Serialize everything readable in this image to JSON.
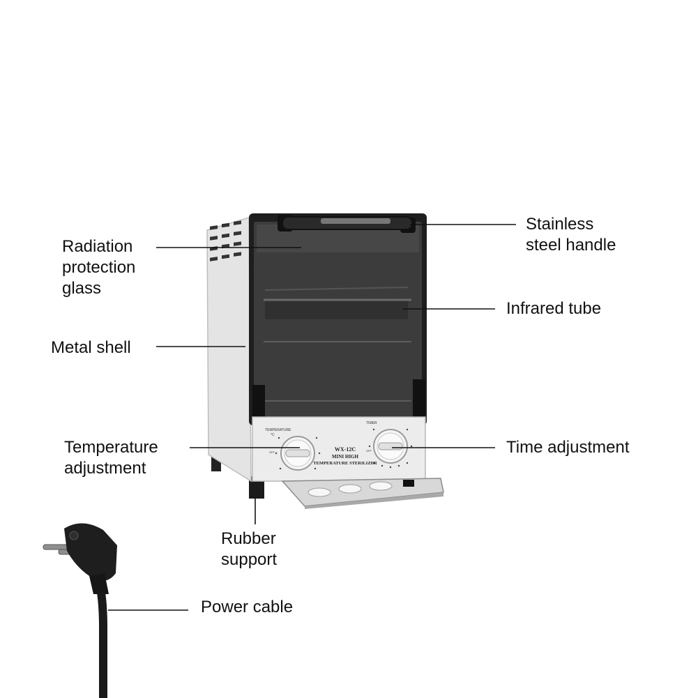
{
  "labels": {
    "glass": [
      "Radiation",
      "protection",
      "glass"
    ],
    "handle": [
      "Stainless",
      "steel handle"
    ],
    "infrared": [
      "Infrared tube"
    ],
    "shell": [
      "Metal shell"
    ],
    "temperature": [
      "Temperature",
      "adjustment"
    ],
    "time": [
      "Time adjustment"
    ],
    "rubber": [
      "Rubber",
      "support"
    ],
    "cable": [
      "Power cable"
    ]
  },
  "panel": {
    "model": "WX-12C",
    "name_line1": "MINI HIGH",
    "name_line2": "TEMPERATURE STERILIZER",
    "temperature_label": "TEMPERATURE",
    "temperature_unit": "°C",
    "timer_label": "TIMER",
    "off_left": "OFF",
    "off_right": "OFF"
  },
  "colors": {
    "body": "#eeeeee",
    "glass": "#3a3a3a",
    "trim": "#1a1a1a",
    "line": "#111111"
  }
}
